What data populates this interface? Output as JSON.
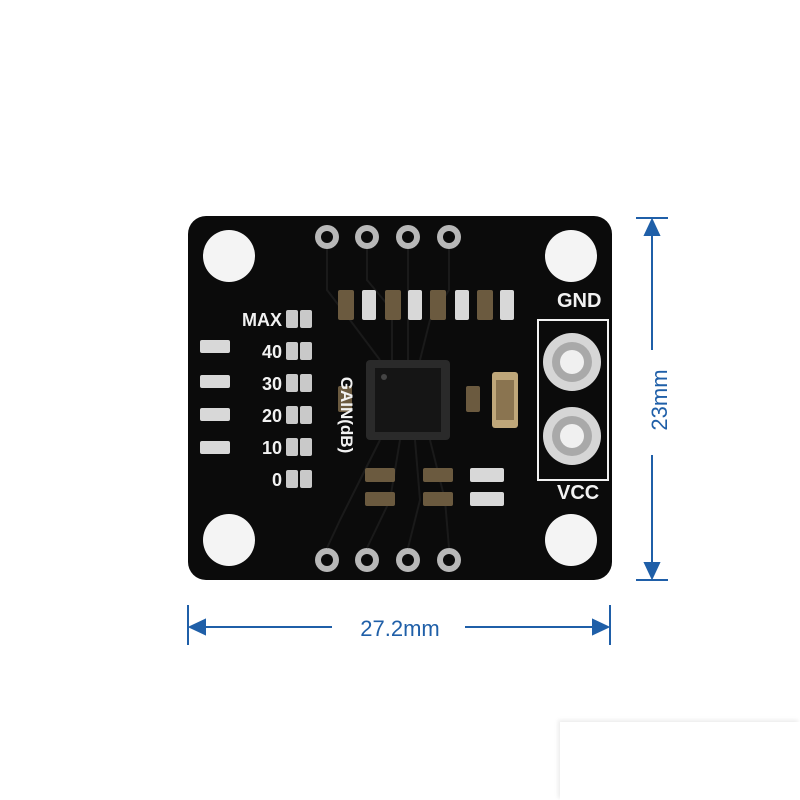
{
  "dimensions": {
    "width": "27.2mm",
    "height": "23mm"
  },
  "silkscreen": {
    "gnd": "GND",
    "vcc": "VCC",
    "gain_title": "GAIN(dB)",
    "gain_levels": [
      "MAX",
      "40",
      "30",
      "20",
      "10",
      "0"
    ]
  },
  "colors": {
    "pcb": "#0b0b0b",
    "dimension_lines": "#1f5fa8",
    "silkscreen": "#f2f2f2",
    "pads": "#c9c9c9"
  }
}
